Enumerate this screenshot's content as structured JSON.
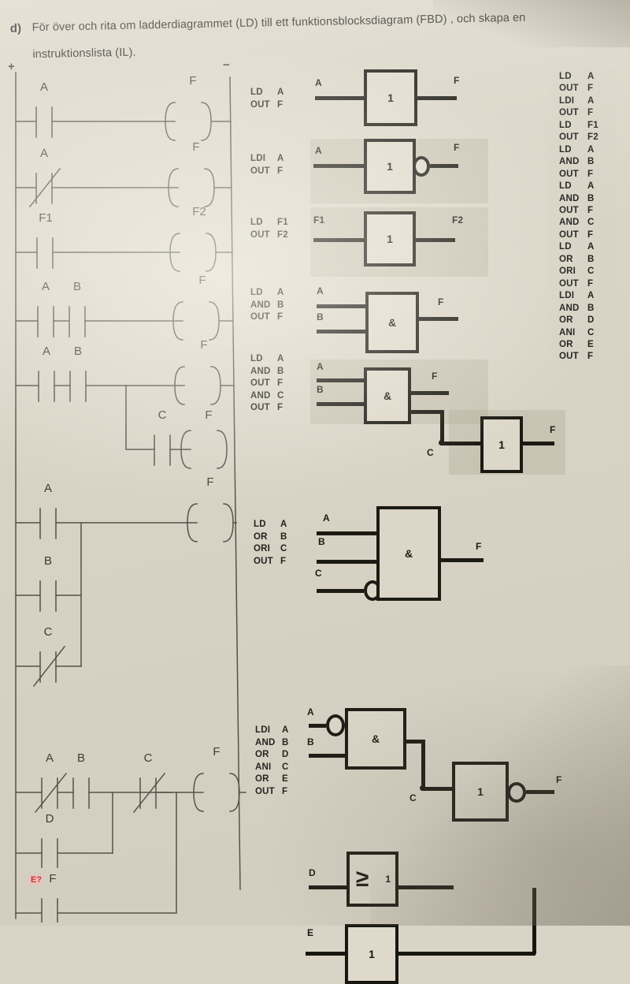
{
  "header": {
    "letter": "d)",
    "line1": "För över och rita om ladderdiagrammet (LD) till ett funktionsblocksdiagram (FBD) , och skapa en",
    "line2": "instruktionslista (IL)."
  },
  "ladder": {
    "rail_positive": "+",
    "rail_negative": "−",
    "rungs": [
      {
        "name": "rung-1",
        "contacts": [
          "A"
        ],
        "coil": "F"
      },
      {
        "name": "rung-2",
        "contacts": [
          "A"
        ],
        "coil": "F"
      },
      {
        "name": "rung-3",
        "contacts": [
          "F1"
        ],
        "coil": "F2"
      },
      {
        "name": "rung-4",
        "contacts": [
          "A",
          "B"
        ],
        "coil": "F"
      },
      {
        "name": "rung-5",
        "contacts": [
          "A",
          "B",
          "C"
        ],
        "coil": "F"
      },
      {
        "name": "rung-6",
        "contacts": [
          "A",
          "B",
          "C"
        ],
        "coil": "F"
      },
      {
        "name": "rung-7",
        "contacts": [
          "A",
          "B",
          "C",
          "D",
          "F"
        ],
        "coil": "F"
      }
    ],
    "labels": {
      "r1_A": "A",
      "r1_F": "F",
      "r2_A": "A",
      "r2_F": "F",
      "r3_F1": "F1",
      "r3_F2": "F2",
      "r4_A": "A",
      "r4_B": "B",
      "r4_F": "F",
      "r5_A": "A",
      "r5_B": "B",
      "r5_F": "F",
      "r5_C": "C",
      "r5_F2": "F",
      "r6_A": "A",
      "r6_B": "B",
      "r6_C": "C",
      "r6_F": "F",
      "r7_A": "A",
      "r7_B": "B",
      "r7_C": "C",
      "r7_F": "F",
      "r7_D": "D",
      "r7_Fb": "F",
      "annotation": "E?"
    }
  },
  "il_middle": [
    {
      "name": "il-block-1",
      "rows": [
        {
          "op": "LD",
          "arg": "A"
        },
        {
          "op": "OUT",
          "arg": "F"
        }
      ]
    },
    {
      "name": "il-block-2",
      "rows": [
        {
          "op": "LDI",
          "arg": "A"
        },
        {
          "op": "OUT",
          "arg": "F"
        }
      ]
    },
    {
      "name": "il-block-3",
      "rows": [
        {
          "op": "LD",
          "arg": "F1"
        },
        {
          "op": "OUT",
          "arg": "F2"
        }
      ]
    },
    {
      "name": "il-block-4",
      "rows": [
        {
          "op": "LD",
          "arg": "A"
        },
        {
          "op": "AND",
          "arg": "B"
        },
        {
          "op": "OUT",
          "arg": "F"
        }
      ]
    },
    {
      "name": "il-block-5",
      "rows": [
        {
          "op": "LD",
          "arg": "A"
        },
        {
          "op": "AND",
          "arg": "B"
        },
        {
          "op": "OUT",
          "arg": "F"
        },
        {
          "op": "AND",
          "arg": "C"
        },
        {
          "op": "OUT",
          "arg": "F"
        }
      ]
    },
    {
      "name": "il-block-6",
      "rows": [
        {
          "op": "LD",
          "arg": "A"
        },
        {
          "op": "OR",
          "arg": "B"
        },
        {
          "op": "ORI",
          "arg": "C"
        },
        {
          "op": "OUT",
          "arg": "F"
        }
      ]
    },
    {
      "name": "il-block-7",
      "rows": [
        {
          "op": "LDI",
          "arg": "A"
        },
        {
          "op": "AND",
          "arg": "B"
        },
        {
          "op": "OR",
          "arg": "D"
        },
        {
          "op": "ANI",
          "arg": "C"
        },
        {
          "op": "OR",
          "arg": "E"
        },
        {
          "op": "OUT",
          "arg": "F"
        }
      ]
    }
  ],
  "il_panel": {
    "rows": [
      {
        "op": "LD",
        "arg": "A"
      },
      {
        "op": "OUT",
        "arg": "F"
      },
      {
        "op": "LDI",
        "arg": "A"
      },
      {
        "op": "OUT",
        "arg": "F"
      },
      {
        "op": "LD",
        "arg": "F1"
      },
      {
        "op": "OUT",
        "arg": "F2"
      },
      {
        "op": "LD",
        "arg": "A"
      },
      {
        "op": "AND",
        "arg": "B"
      },
      {
        "op": "OUT",
        "arg": "F"
      },
      {
        "op": "LD",
        "arg": "A"
      },
      {
        "op": "AND",
        "arg": "B"
      },
      {
        "op": "OUT",
        "arg": "F"
      },
      {
        "op": "AND",
        "arg": "C"
      },
      {
        "op": "OUT",
        "arg": "F"
      },
      {
        "op": "LD",
        "arg": "A"
      },
      {
        "op": "OR",
        "arg": "B"
      },
      {
        "op": "ORI",
        "arg": "C"
      },
      {
        "op": "OUT",
        "arg": "F"
      },
      {
        "op": "LDI",
        "arg": "A"
      },
      {
        "op": "AND",
        "arg": "B"
      },
      {
        "op": "OR",
        "arg": "D"
      },
      {
        "op": "ANI",
        "arg": "C"
      },
      {
        "op": "OR",
        "arg": "E"
      },
      {
        "op": "OUT",
        "arg": "F"
      }
    ]
  },
  "fbd": {
    "g1": {
      "symbol": "1",
      "in1": "A",
      "out": "F"
    },
    "g2": {
      "symbol": "1",
      "in1": "A",
      "out": "F"
    },
    "g3": {
      "symbol": "1",
      "in1": "F1",
      "out": "F2"
    },
    "g4": {
      "symbol": "&",
      "in1": "A",
      "in2": "B",
      "out": "F"
    },
    "g5": {
      "symbol": "&",
      "in1": "A",
      "in2": "B",
      "out": "F"
    },
    "g6": {
      "symbol": "1",
      "in1": "C",
      "out": "F"
    },
    "g7": {
      "symbol": "&",
      "in1": "A",
      "in2": "B",
      "in3": "C",
      "out": "F"
    },
    "g8": {
      "symbol": "&",
      "in1": "A",
      "in2": "B"
    },
    "g9": {
      "symbol": "1",
      "glyph": "≥",
      "in1": "D"
    },
    "g10": {
      "symbol": "1",
      "in1": "E"
    },
    "g11": {
      "symbol": "1",
      "in1": "C",
      "out": "F"
    }
  },
  "colors": {
    "paper": "#d9d4c6",
    "ink": "#17160f",
    "pencil": "#4a4842",
    "annotation_red": "#cc2b2b",
    "highlight": "rgba(168,161,143,.30)"
  }
}
